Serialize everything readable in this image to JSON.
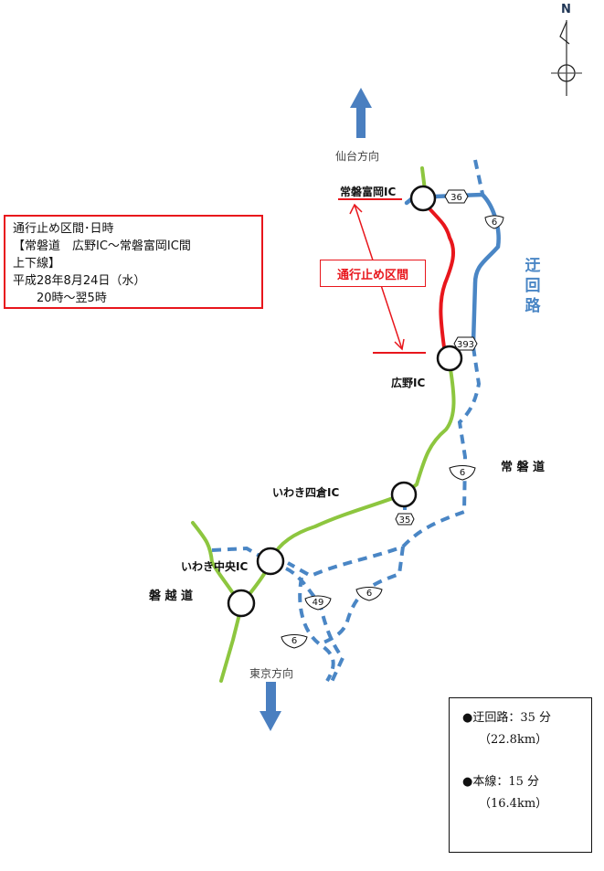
{
  "closure_info": {
    "lines": [
      "通行止め区間･日時",
      "【常磐道　広野IC～常磐富岡IC間",
      "上下線】",
      "平成28年8月24日（水）",
      "　　20時～翌5時"
    ]
  },
  "closed_section_label": "通行止め区間",
  "compass": {
    "north_label": "N"
  },
  "directions": {
    "north": "仙台方向",
    "south": "東京方向"
  },
  "interchanges": [
    {
      "name": "常磐富岡IC"
    },
    {
      "name": "広野IC"
    },
    {
      "name": "いわき四倉IC"
    },
    {
      "name": "いわき中央IC"
    }
  ],
  "expressways": {
    "joban": "常 磐 道",
    "banetsu": "磐 越 道"
  },
  "detour_label": [
    "迂",
    "回",
    "路"
  ],
  "route_shields": [
    "36",
    "6",
    "393",
    "6",
    "35",
    "49",
    "6",
    "6"
  ],
  "colors": {
    "closed": "#e8161c",
    "detour": "#4a86c5",
    "expressway": "#8dc63f"
  },
  "legend": {
    "detour": "●迂回路：35 分",
    "detour_distance": "（22.8km）",
    "mainline": "●本線：15 分",
    "mainline_distance": "（16.4km）"
  }
}
